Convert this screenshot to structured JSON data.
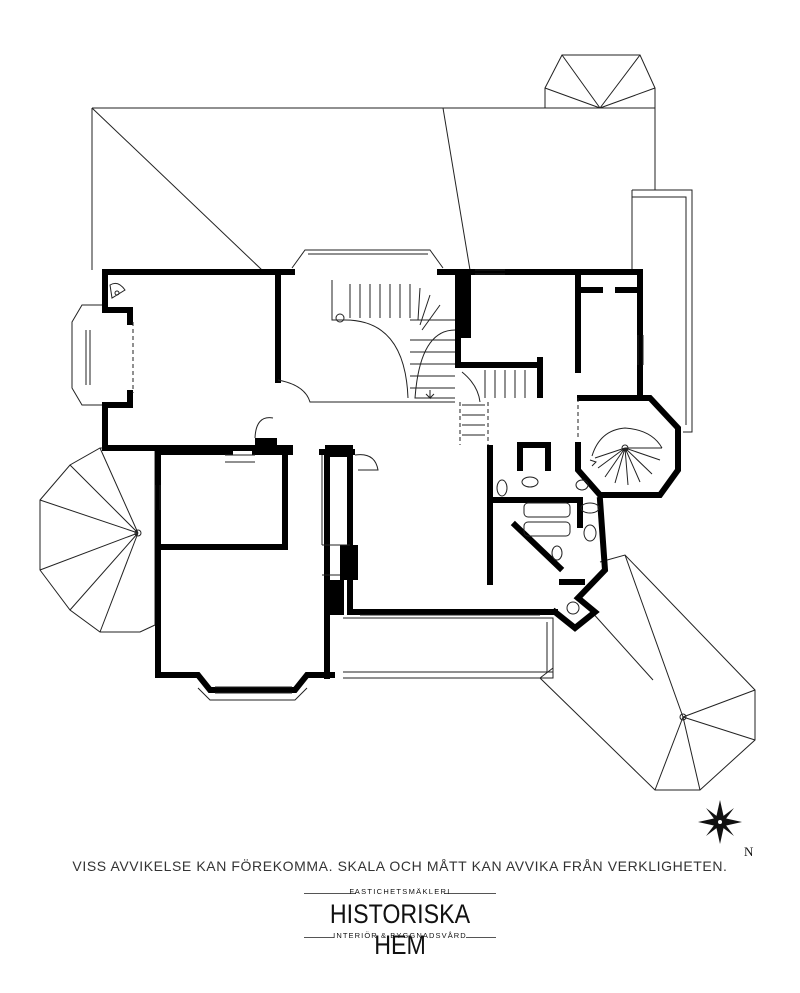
{
  "disclaimer": "VISS AVVIKELSE KAN FÖREKOMMA. SKALA OCH MÅTT KAN AVVIKA FRÅN VERKLIGHETEN.",
  "brand": {
    "pretitle": "FASTICHETSMÄKLERI",
    "name": "HISTORISKA HEM",
    "subtitle": "INTERIÖR & BYGGNADSVÅRD"
  },
  "compass": {
    "north_label": "N",
    "icon": "compass-rose-icon"
  },
  "colors": {
    "wall": "#000000",
    "line": "#222222",
    "background": "#ffffff"
  }
}
